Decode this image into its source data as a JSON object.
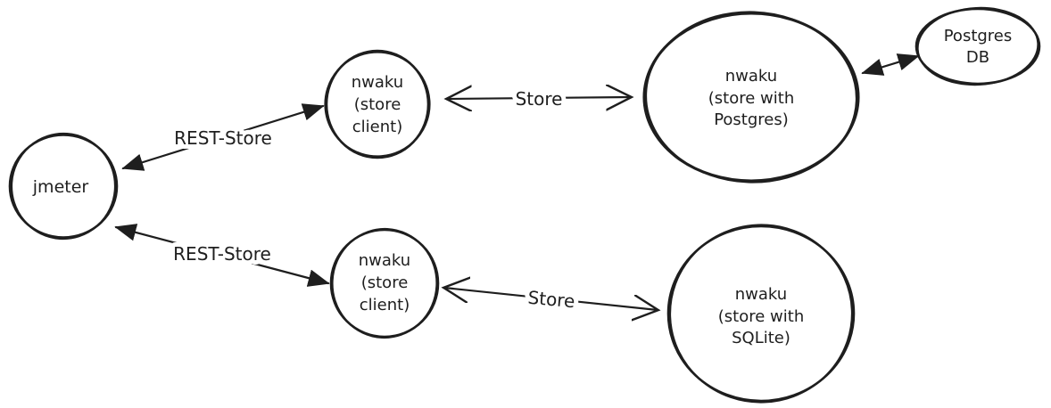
{
  "diagram": {
    "colors": {
      "stroke": "#1e1e1e",
      "background": "#ffffff"
    },
    "nodes": {
      "jmeter": {
        "label": "jmeter"
      },
      "store_client_top": {
        "lines": [
          "nwaku",
          "(store",
          "client)"
        ]
      },
      "store_postgres": {
        "lines": [
          "nwaku",
          "(store with",
          "Postgres)"
        ]
      },
      "postgres_db": {
        "lines": [
          "Postgres",
          "DB"
        ]
      },
      "store_client_bottom": {
        "lines": [
          "nwaku",
          "(store",
          "client)"
        ]
      },
      "store_sqlite": {
        "lines": [
          "nwaku",
          "(store with",
          "SQLite)"
        ]
      }
    },
    "edges": {
      "rest_store_top": {
        "label": "REST-Store"
      },
      "store_top": {
        "label": "Store"
      },
      "rest_store_bottom": {
        "label": "REST-Store"
      },
      "store_bottom": {
        "label": "Store"
      }
    }
  }
}
